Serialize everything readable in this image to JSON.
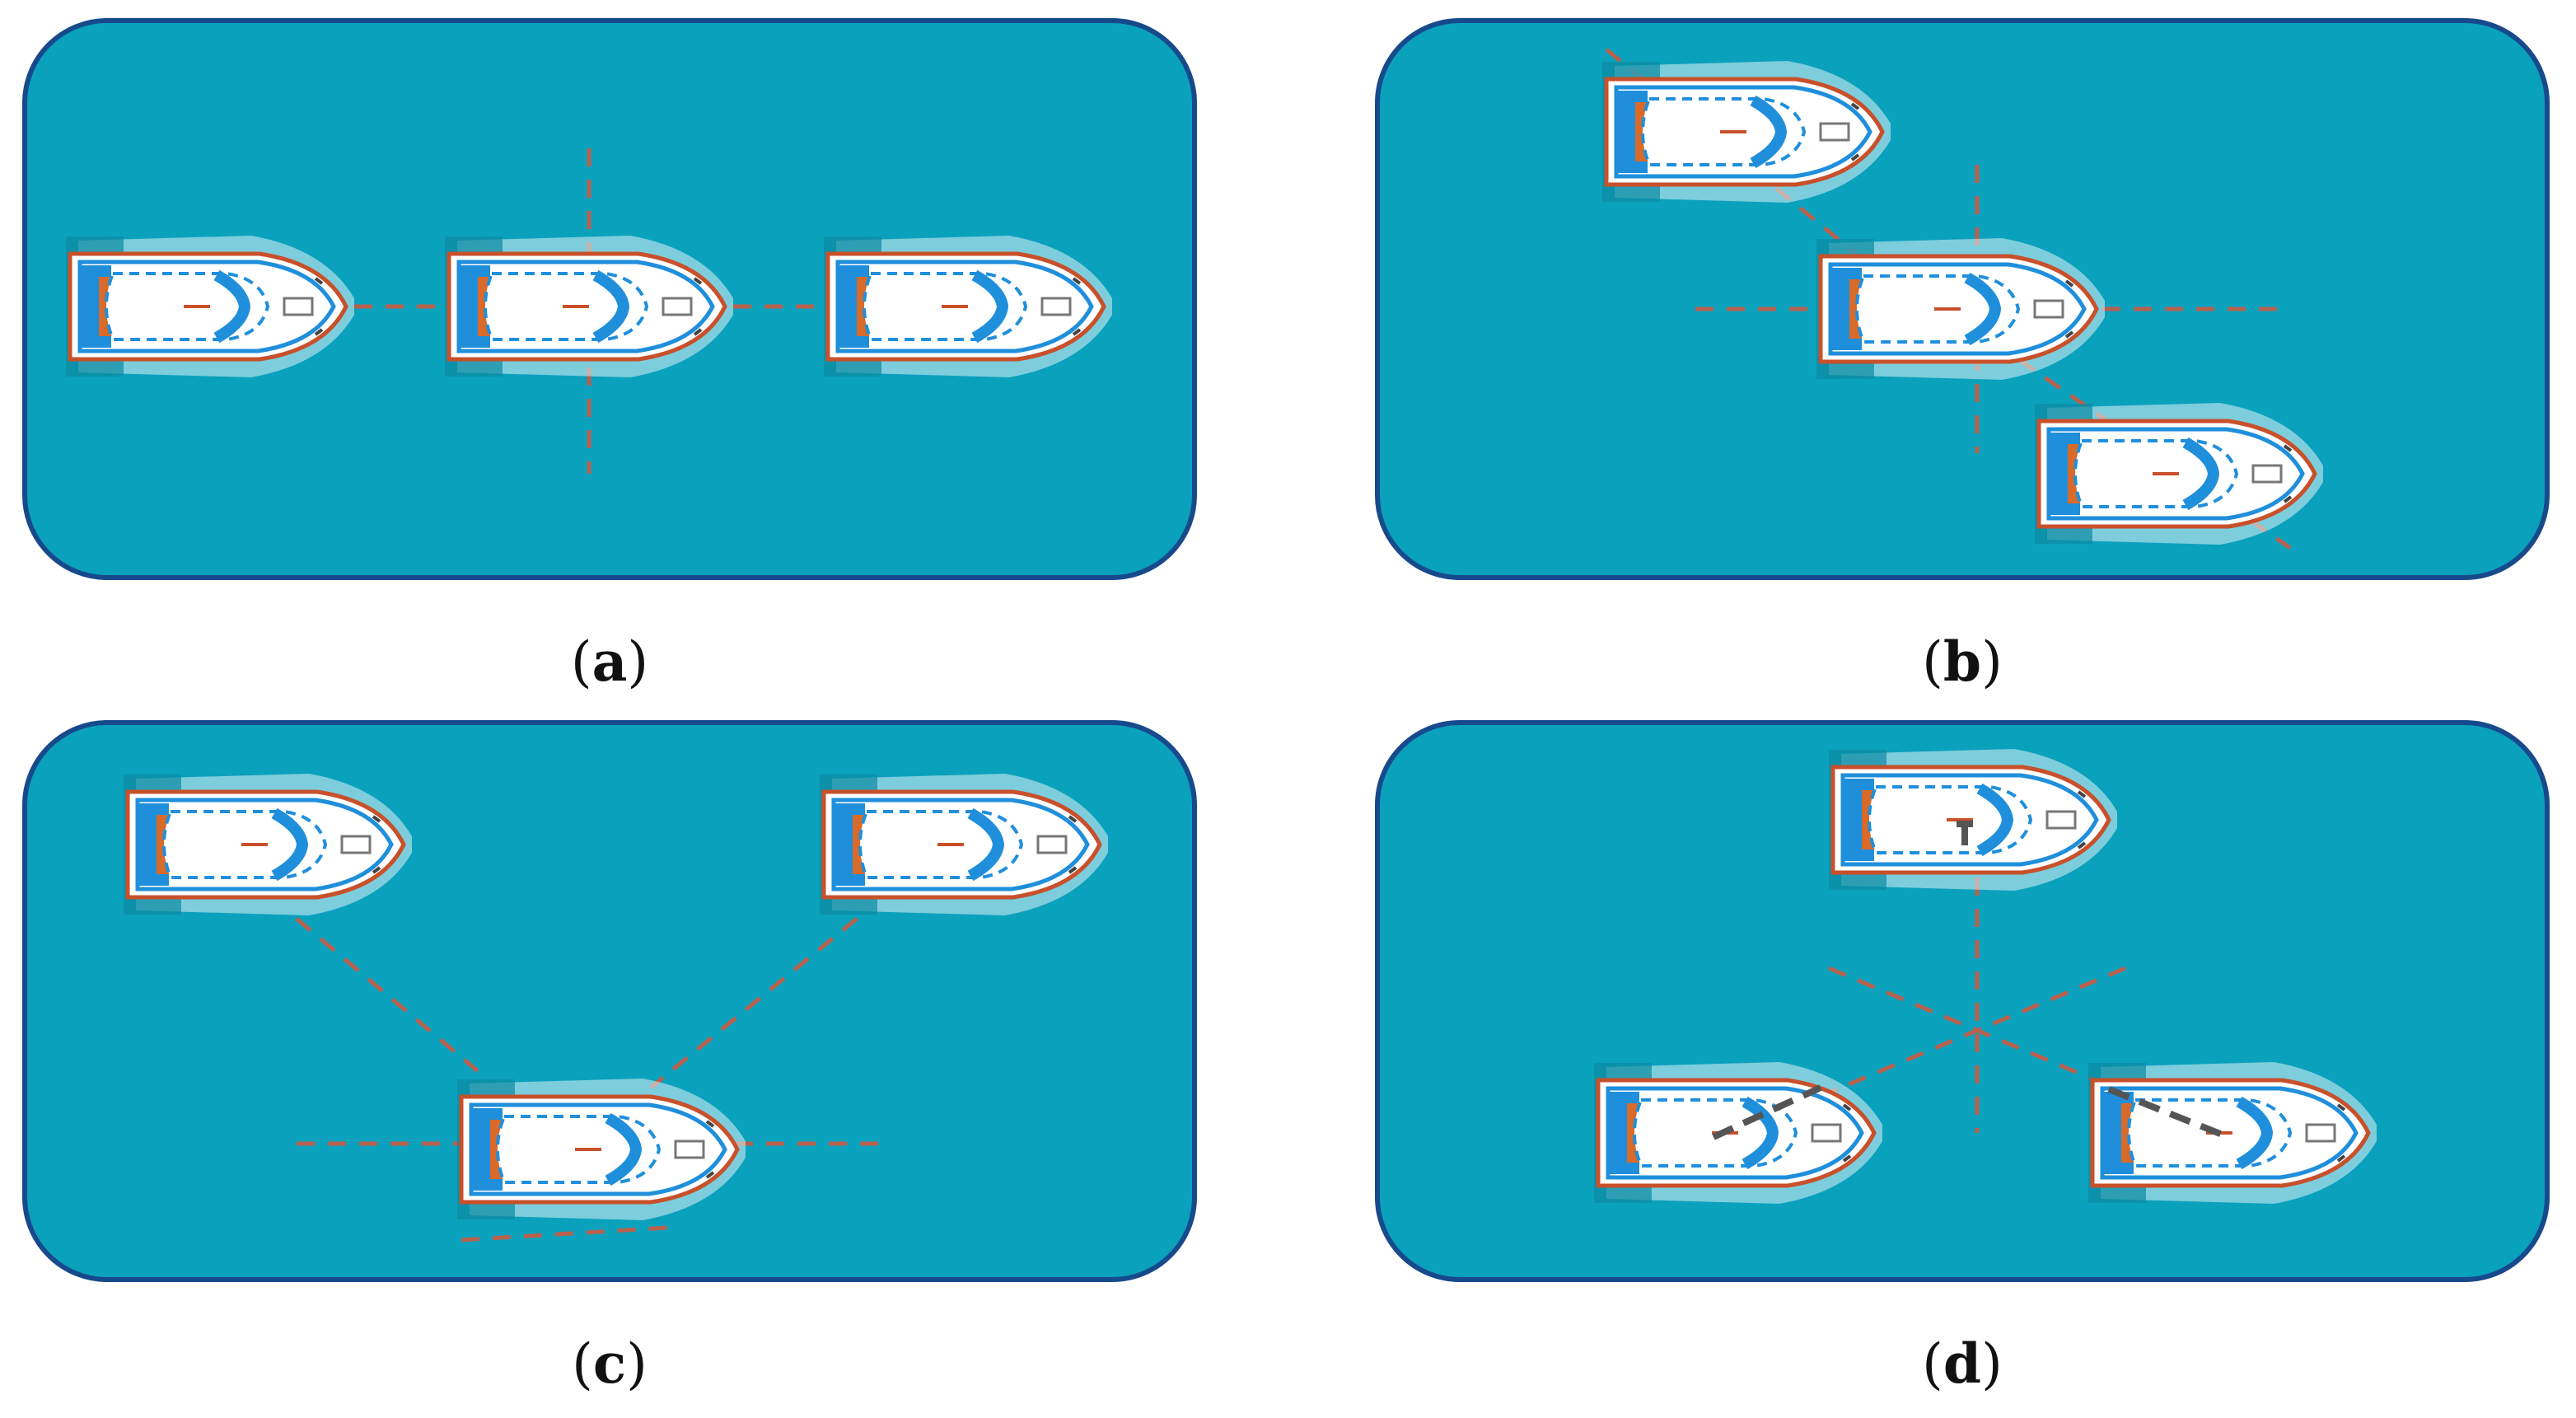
{
  "colors": {
    "water": "#0aa1bd",
    "water_border": "#174a8c",
    "hull_outline": "#c8502a",
    "deck": "#ffffff",
    "cabin_blue": "#1f8fdc",
    "seat_orange": "#d86a2a",
    "wake": "#dff2f5",
    "shadow": "#0b8aa2",
    "link_line": "#b8604d",
    "mast_grey": "#555555"
  },
  "panels": [
    {
      "id": "a",
      "caption": "a",
      "formation": "line"
    },
    {
      "id": "b",
      "caption": "b",
      "formation": "echelon"
    },
    {
      "id": "c",
      "caption": "c",
      "formation": "v-shape"
    },
    {
      "id": "d",
      "caption": "d",
      "formation": "triangle"
    }
  ]
}
